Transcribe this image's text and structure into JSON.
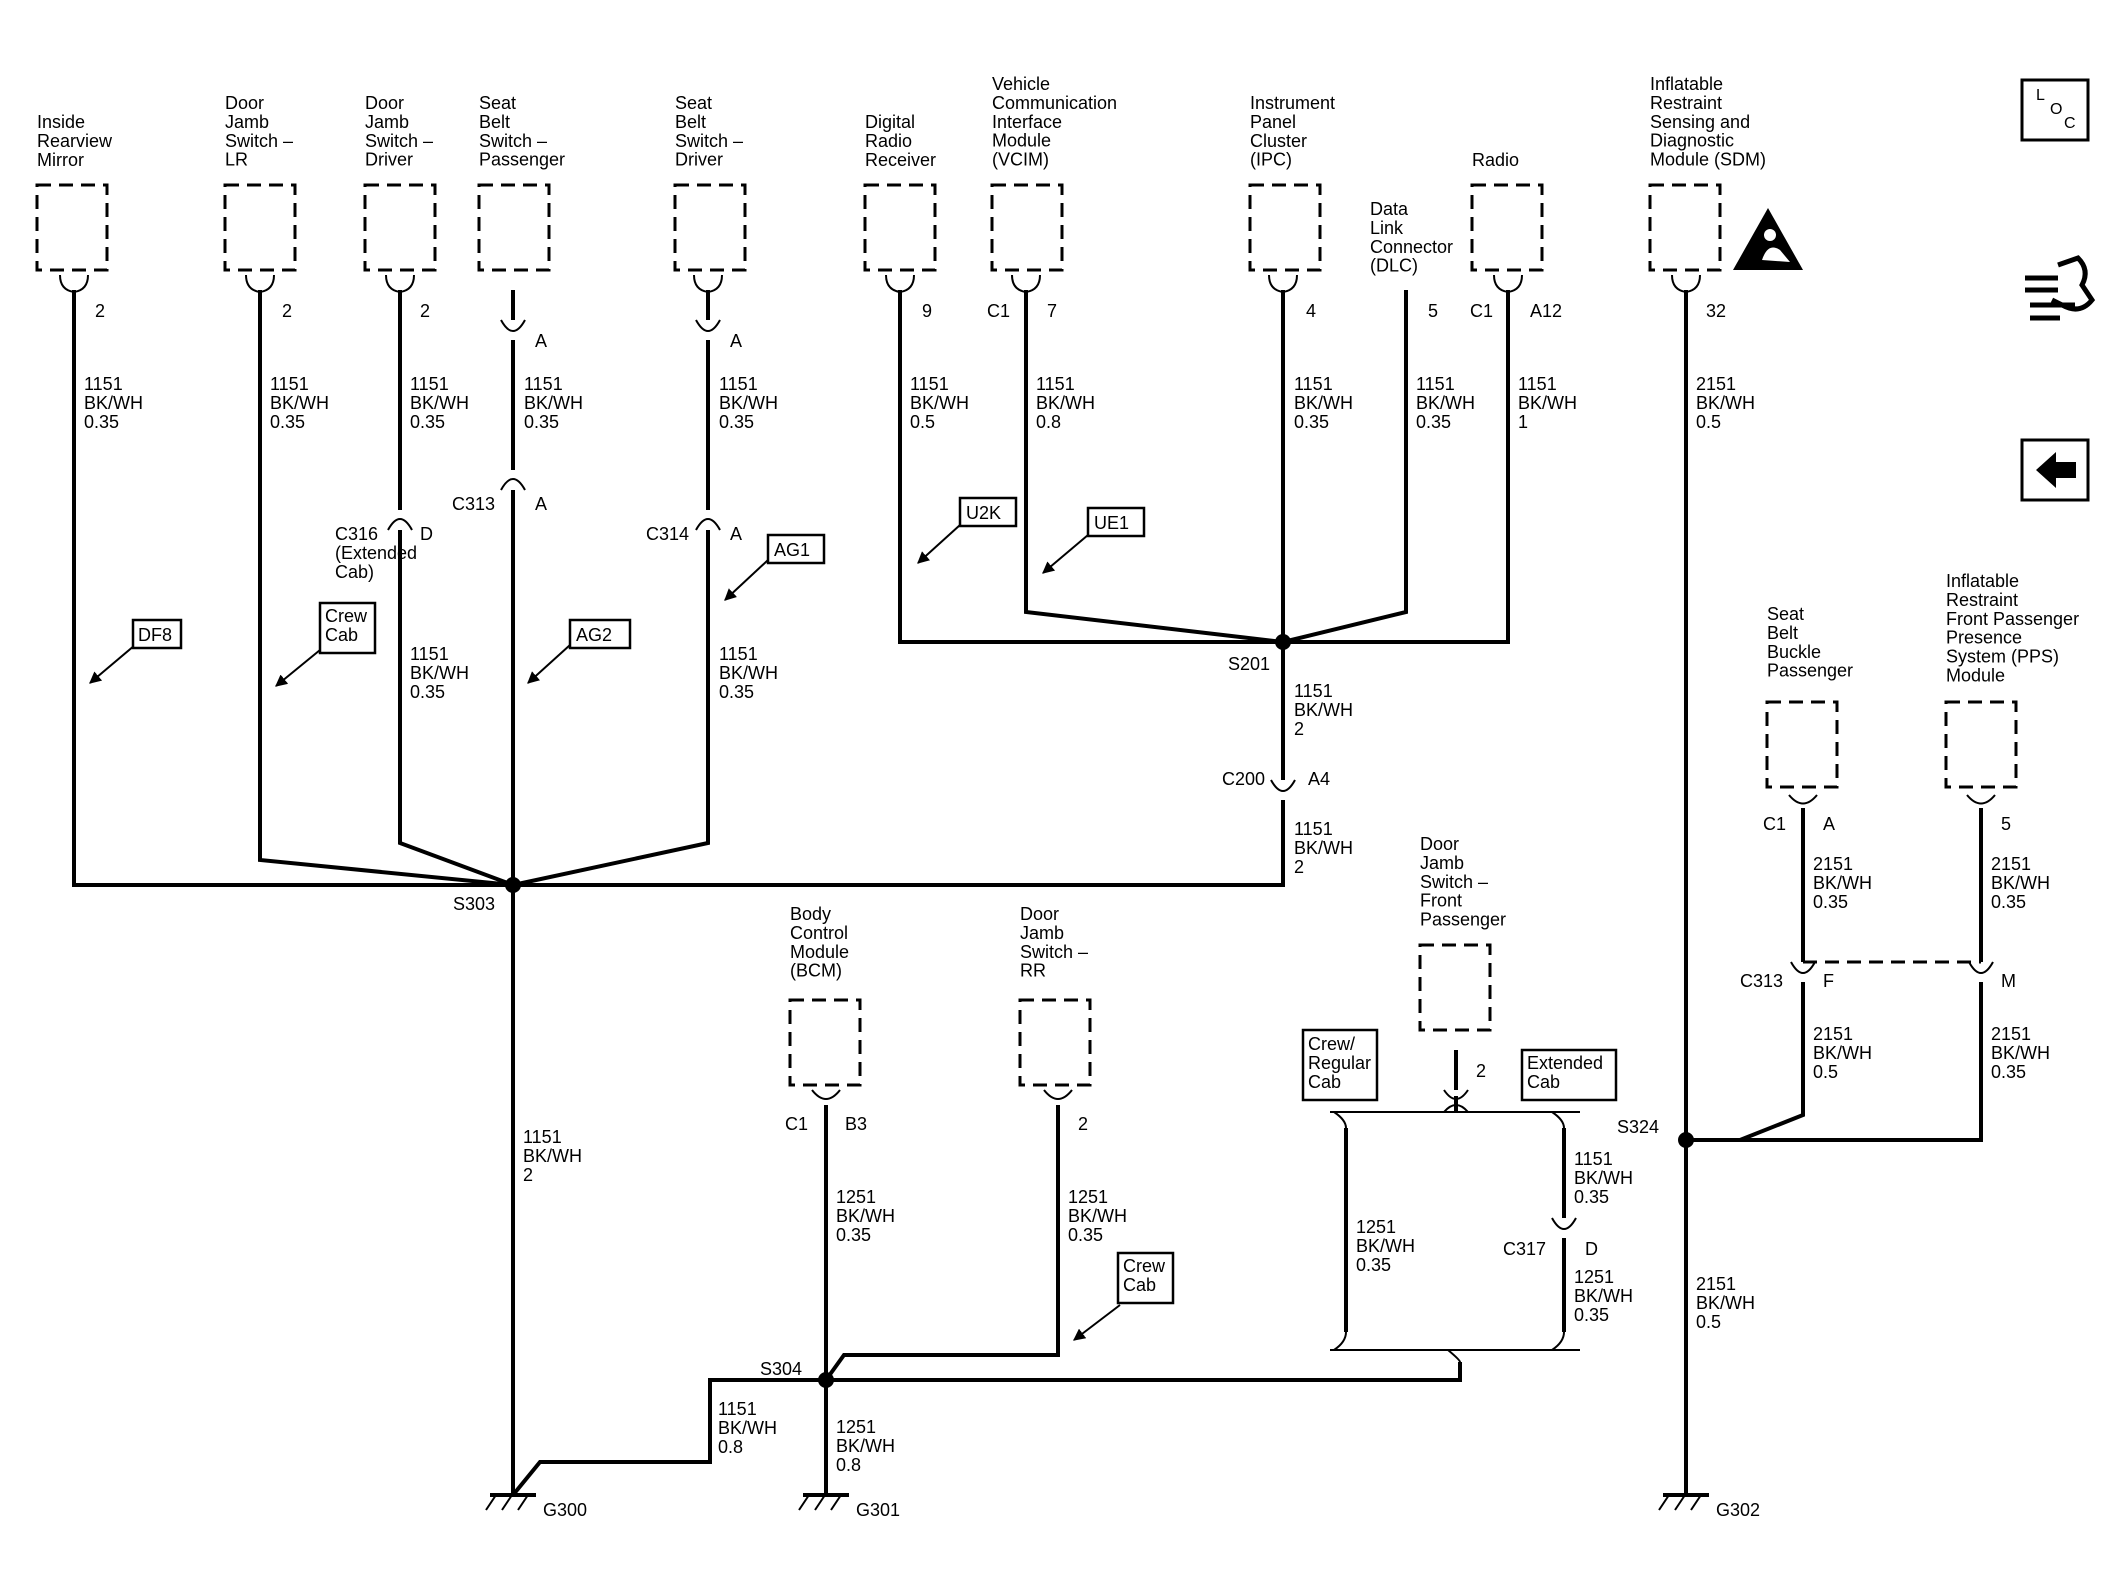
{
  "components": {
    "inside_mirror": "Inside\nRearview\nMirror",
    "door_jamb_lr": "Door\nJamb\nSwitch –\nLR",
    "door_jamb_driver": "Door\nJamb\nSwitch –\nDriver",
    "seat_belt_passenger": "Seat\nBelt\nSwitch –\nPassenger",
    "seat_belt_driver": "Seat\nBelt\nSwitch –\nDriver",
    "digital_radio": "Digital\nRadio\nReceiver",
    "vcim": "Vehicle\nCommunication\nInterface\nModule\n(VCIM)",
    "ipc": "Instrument\nPanel\nCluster\n(IPC)",
    "dlc": "Data\nLink\nConnector\n(DLC)",
    "radio": "Radio",
    "sdm": "Inflatable\nRestraint\nSensing and\nDiagnostic\nModule (SDM)",
    "seat_buckle_passenger": "Seat\nBelt\nBuckle\nPassenger",
    "pps": "Inflatable\nRestraint\nFront Passenger\nPresence\nSystem (PPS)\nModule",
    "bcm": "Body\nControl\nModule\n(BCM)",
    "door_jamb_rr": "Door\nJamb\nSwitch –\nRR",
    "door_jamb_front_passenger": "Door\nJamb\nSwitch –\nFront\nPassenger"
  },
  "pins": {
    "mirror": "2",
    "lr": "2",
    "driver": "2",
    "sbp": "A",
    "sbd": "A",
    "drr": "9",
    "vcim_c": "C1",
    "vcim_p": "7",
    "ipc": "4",
    "dlc": "5",
    "radio_c": "C1",
    "radio_p": "A12",
    "sdm": "32",
    "c313a": "A",
    "c316": "D",
    "c314": "A",
    "c200": "A4",
    "bcm_c": "C1",
    "bcm_p": "B3",
    "rr": "2",
    "fp": "2",
    "buckle_c": "C1",
    "buckle_p": "A",
    "pps": "5",
    "c313f": "F",
    "c313m": "M",
    "c317": "D"
  },
  "connectors": {
    "c313_top": "C313",
    "c316": "C316\n(Extended\nCab)",
    "c314": "C314",
    "c200": "C200",
    "c313_right": "C313",
    "c317": "C317"
  },
  "splices": {
    "s303": "S303",
    "s201": "S201",
    "s304": "S304",
    "s324": "S324"
  },
  "grounds": {
    "g300": "G300",
    "g301": "G301",
    "g302": "G302"
  },
  "wires": {
    "w_mirror": "1151\nBK/WH\n0.35",
    "w_lr": "1151\nBK/WH\n0.35",
    "w_driver_top": "1151\nBK/WH\n0.35",
    "w_driver_bot": "1151\nBK/WH\n0.35",
    "w_sbp": "1151\nBK/WH\n0.35",
    "w_sbd_top": "1151\nBK/WH\n0.35",
    "w_sbd_bot": "1151\nBK/WH\n0.35",
    "w_drr": "1151\nBK/WH\n0.5",
    "w_vcim": "1151\nBK/WH\n0.8",
    "w_ipc": "1151\nBK/WH\n0.35",
    "w_dlc": "1151\nBK/WH\n0.35",
    "w_radio": "1151\nBK/WH\n1",
    "w_s201": "1151\nBK/WH\n2",
    "w_c200": "1151\nBK/WH\n2",
    "w_g300": "1151\nBK/WH\n2",
    "w_bcm": "1251\nBK/WH\n0.35",
    "w_rr": "1251\nBK/WH\n0.35",
    "w_s304_left": "1151\nBK/WH\n0.8",
    "w_g301": "1251\nBK/WH\n0.8",
    "w_crew_reg": "1251\nBK/WH\n0.35",
    "w_ext_top": "1151\nBK/WH\n0.35",
    "w_ext_bot": "1251\nBK/WH\n0.35",
    "w_sdm": "2151\nBK/WH\n0.5",
    "w_buckle_top": "2151\nBK/WH\n0.35",
    "w_pps_top": "2151\nBK/WH\n0.35",
    "w_buckle_bot": "2151\nBK/WH\n0.5",
    "w_pps_bot": "2151\nBK/WH\n0.35",
    "w_g302": "2151\nBK/WH\n0.5"
  },
  "options": {
    "df8": "DF8",
    "crew_cab_1": "Crew\nCab",
    "ag2": "AG2",
    "ag1": "AG1",
    "u2k": "U2K",
    "ue1": "UE1",
    "crew_cab_2": "Crew\nCab",
    "crew_regular": "Crew/\nRegular\nCab",
    "extended": "Extended\nCab"
  },
  "sidebar": {
    "loc": "LOC"
  }
}
